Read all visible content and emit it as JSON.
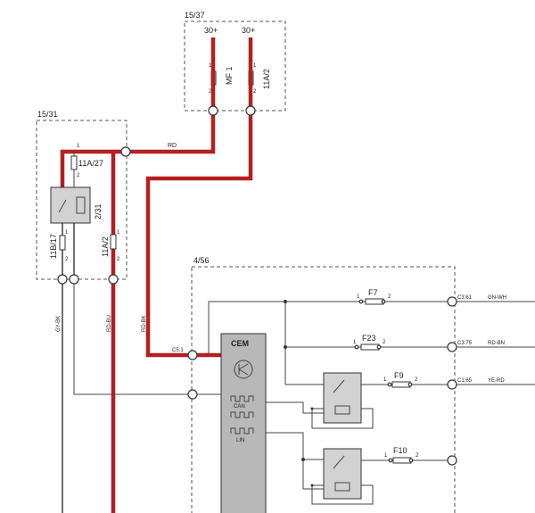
{
  "modules": {
    "m1537": {
      "label": "15/37",
      "pin_left": "30+",
      "pin_right": "30+",
      "fuse_left": "MF 1",
      "fuse_right": "11A/2"
    },
    "m1531": {
      "label": "15/31",
      "fuse_top": "11A/27",
      "relay": "2/31",
      "fuse_left": "11B/17",
      "fuse_right": "11A/2"
    },
    "m456": {
      "label": "4/56"
    }
  },
  "pins": {
    "one": "1",
    "two": "2"
  },
  "wires": {
    "rd": "RD",
    "gy_bk": "GY-BK",
    "rd_bu": "RD-BU",
    "rd_bk": "RD-BK"
  },
  "cem": {
    "label": "CEM",
    "can": "CAN",
    "lin": "LIN",
    "input_pin": "C5:1"
  },
  "fuses": {
    "f7": {
      "label": "F7",
      "pin": "C3:61",
      "wire": "GN-WH"
    },
    "f23": {
      "label": "F23",
      "pin": "C3:75",
      "wire": "RD-BN"
    },
    "f9": {
      "label": "F9",
      "pin": "C1:65",
      "wire": "YE-RD"
    },
    "f10": {
      "label": "F10"
    }
  },
  "colors": {
    "power_wire": "#b51f1f",
    "module_fill": "#b8b8b8",
    "relay_fill": "#d2d2d2"
  }
}
